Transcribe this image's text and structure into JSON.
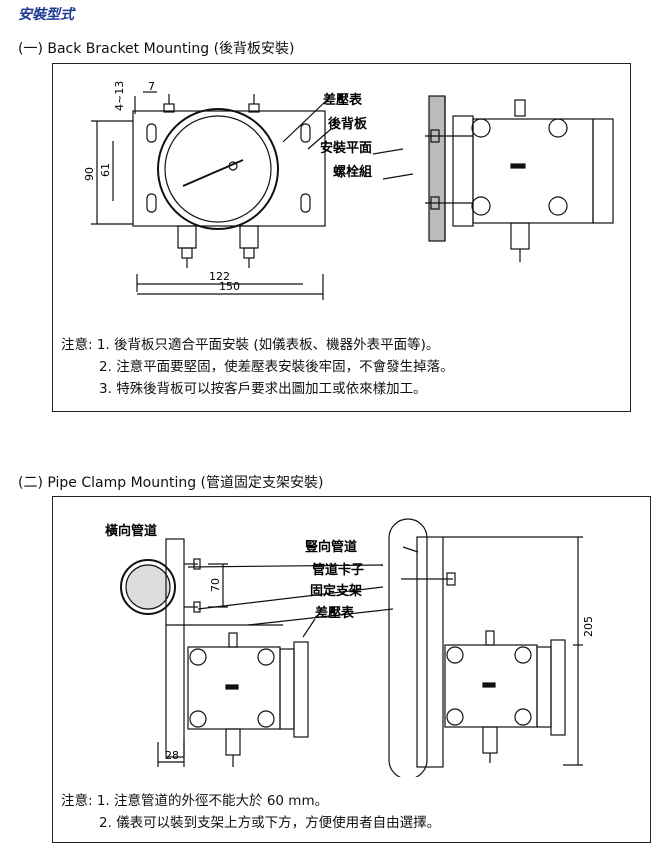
{
  "page_title": "安裝型式",
  "section1": {
    "heading": "(一) Back Bracket Mounting (後背板安裝)",
    "dims": {
      "a": "4~13",
      "b": "7",
      "h1": "90",
      "h2": "61",
      "w1": "122",
      "w2": "150"
    },
    "labels": [
      "差壓表",
      "後背板",
      "安裝平面",
      "螺栓組"
    ],
    "notes": [
      {
        "prefix": "注意: 1.",
        "text": "後背板只適合平面安裝 (如儀表板、機器外表平面等)。"
      },
      {
        "prefix": "2.",
        "text": "注意平面要堅固，使差壓表安裝後牢固，不會發生掉落。"
      },
      {
        "prefix": "3.",
        "text": "特殊後背板可以按客戶要求出圖加工或依來樣加工。"
      }
    ]
  },
  "section2": {
    "heading": "(二) Pipe Clamp Mounting (管道固定支架安裝)",
    "dims": {
      "d70": "70",
      "d28": "28",
      "d205": "205"
    },
    "labels": {
      "horizontal_pipe": "橫向管道",
      "vertical_pipe": "豎向管道",
      "clamp": "管道卡子",
      "bracket": "固定支架",
      "gauge": "差壓表"
    },
    "notes": [
      {
        "prefix": "注意: 1.",
        "text": "注意管道的外徑不能大於 60 mm。"
      },
      {
        "prefix": "2.",
        "text": "儀表可以裝到支架上方或下方，方便使用者自由選擇。"
      }
    ]
  }
}
